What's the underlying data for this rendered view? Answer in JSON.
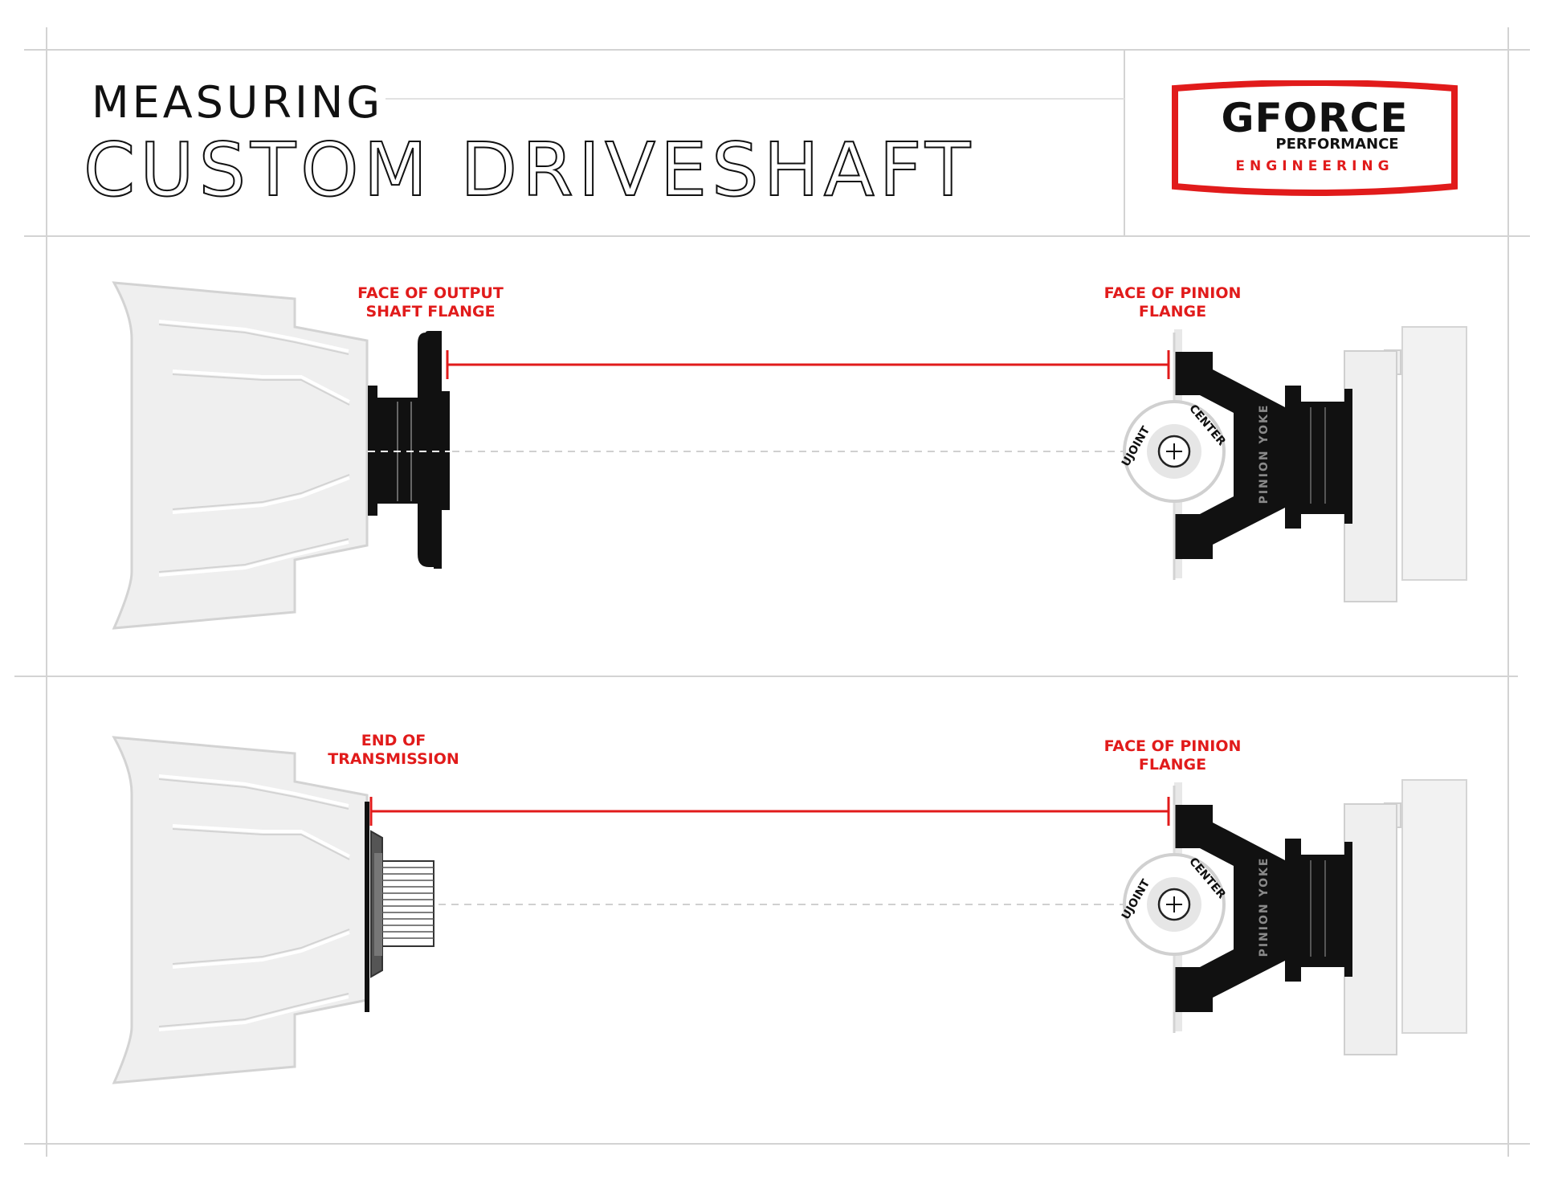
{
  "header": {
    "title_line1": "MEASURING",
    "title_line2": "CUSTOM DRIVESHAFT"
  },
  "logo": {
    "brand": "GFORCE",
    "line2": "PERFORMANCE",
    "line3": "ENGINEERING",
    "color": "#e11b1b"
  },
  "diagram1": {
    "left_label": "FACE OF OUTPUT\nSHAFT FLANGE",
    "right_label": "FACE OF PINION\nFLANGE",
    "ujoint_left": "UJOINT",
    "ujoint_right": "CENTER",
    "yoke_label": "PINION YOKE"
  },
  "diagram2": {
    "left_label": "END OF\nTRANSMISSION",
    "right_label": "FACE OF PINION\nFLANGE",
    "ujoint_left": "UJOINT",
    "ujoint_right": "CENTER",
    "yoke_label": "PINION YOKE"
  },
  "colors": {
    "accent": "#e11b1b",
    "frame": "#d3d3d3",
    "housing": "#efefef",
    "part": "#111111"
  }
}
